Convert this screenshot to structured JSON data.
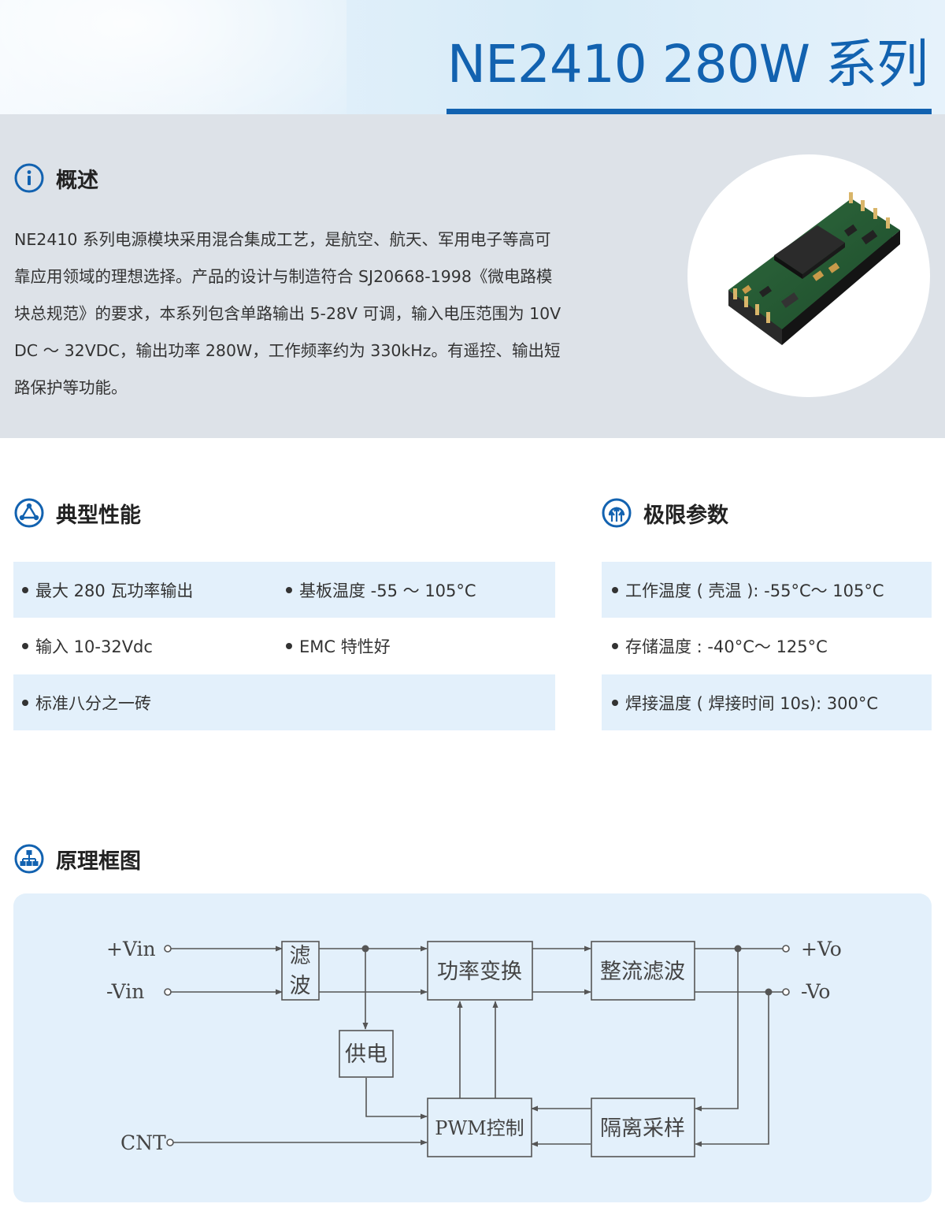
{
  "header": {
    "title": "NE2410 280W 系列"
  },
  "overview": {
    "title": "概述",
    "text": "NE2410 系列电源模块采用混合集成工艺，是航空、航天、军用电子等高可靠应用领域的理想选择。产品的设计与制造符合 SJ20668-1998《微电路模块总规范》的要求，本系列包含单路输出 5-28V 可调，输入电压范围为 10VDC ～ 32VDC，输出功率 280W，工作频率约为 330kHz。有遥控、输出短路保护等功能。"
  },
  "performance": {
    "title": "典型性能",
    "items": [
      "最大 280 瓦功率输出",
      "基板温度 -55 ～ 105°C",
      "输入 10-32Vdc",
      "EMC 特性好",
      "标准八分之一砖"
    ]
  },
  "limits": {
    "title": "极限参数",
    "items": [
      "工作温度 ( 壳温 ): -55°C～ 105°C",
      "存储温度 : -40°C～ 125°C",
      "焊接温度 ( 焊接时间 10s): 300°C"
    ]
  },
  "diagram": {
    "title": "原理框图",
    "pins": {
      "vin_pos": "+Vin",
      "vin_neg": "-Vin",
      "cnt": "CNT",
      "vo_pos": "+Vo",
      "vo_neg": "-Vo"
    },
    "blocks": {
      "filter_1": "滤",
      "filter_2": "波",
      "power_conversion": "功率变换",
      "rectifier_filter": "整流滤波",
      "supply": "供电",
      "pwm_control": "PWM控制",
      "isolation_sampling": "隔离采样"
    }
  },
  "colors": {
    "accent": "#1262b0",
    "overview_bg": "#dde2e8",
    "row_shade": "#e3f0fb"
  },
  "icons": [
    "info-icon",
    "triangle-network-icon",
    "gauge-arrows-icon",
    "org-chart-icon"
  ]
}
